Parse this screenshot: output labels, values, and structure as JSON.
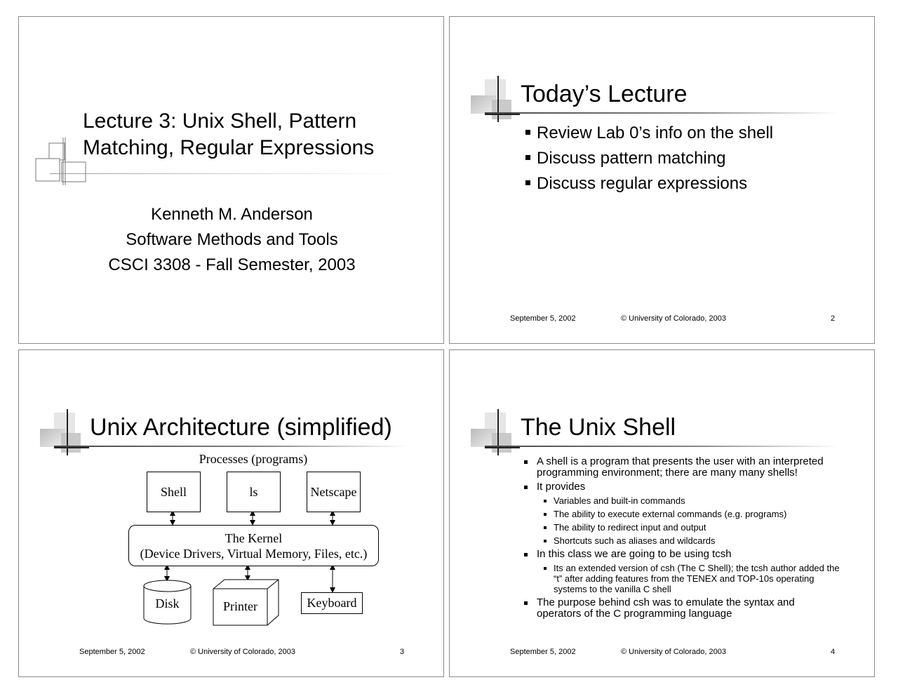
{
  "footer": {
    "date": "September 5, 2002",
    "copyright": "© University of Colorado, 2003"
  },
  "slide1": {
    "title_line1": "Lecture 3: Unix Shell, Pattern",
    "title_line2": "Matching, Regular Expressions",
    "author": "Kenneth M. Anderson",
    "course": "Software Methods and Tools",
    "term": "CSCI 3308 - Fall Semester, 2003"
  },
  "slide2": {
    "title": "Today’s Lecture",
    "bullets": [
      "Review Lab 0’s info on the shell",
      "Discuss pattern matching",
      "Discuss regular expressions"
    ],
    "page": "2"
  },
  "slide3": {
    "title": "Unix Architecture (simplified)",
    "processes_label": "Processes (programs)",
    "processes": [
      "Shell",
      "ls",
      "Netscape"
    ],
    "kernel_line1": "The Kernel",
    "kernel_line2": "(Device Drivers, Virtual Memory, Files, etc.)",
    "devices": [
      "Disk",
      "Printer",
      "Keyboard"
    ],
    "page": "3"
  },
  "slide4": {
    "title": "The Unix Shell",
    "items": [
      {
        "text": "A shell is a program that presents the user with an interpreted programming environment; there are many many shells!"
      },
      {
        "text": "It provides",
        "sub": [
          "Variables and built-in commands",
          "The ability to execute external commands (e.g. programs)",
          "The ability to redirect input and output",
          "Shortcuts such as aliases and wildcards"
        ]
      },
      {
        "text": "In this class we are going to be using tcsh",
        "sub": [
          "Its an extended version of csh (The C Shell); the tcsh author added the “t” after adding features from the TENEX and TOP-10s operating systems to the vanilla C shell"
        ]
      },
      {
        "text": "The purpose behind csh was to emulate the syntax and operators of the C programming language"
      }
    ],
    "page": "4"
  }
}
